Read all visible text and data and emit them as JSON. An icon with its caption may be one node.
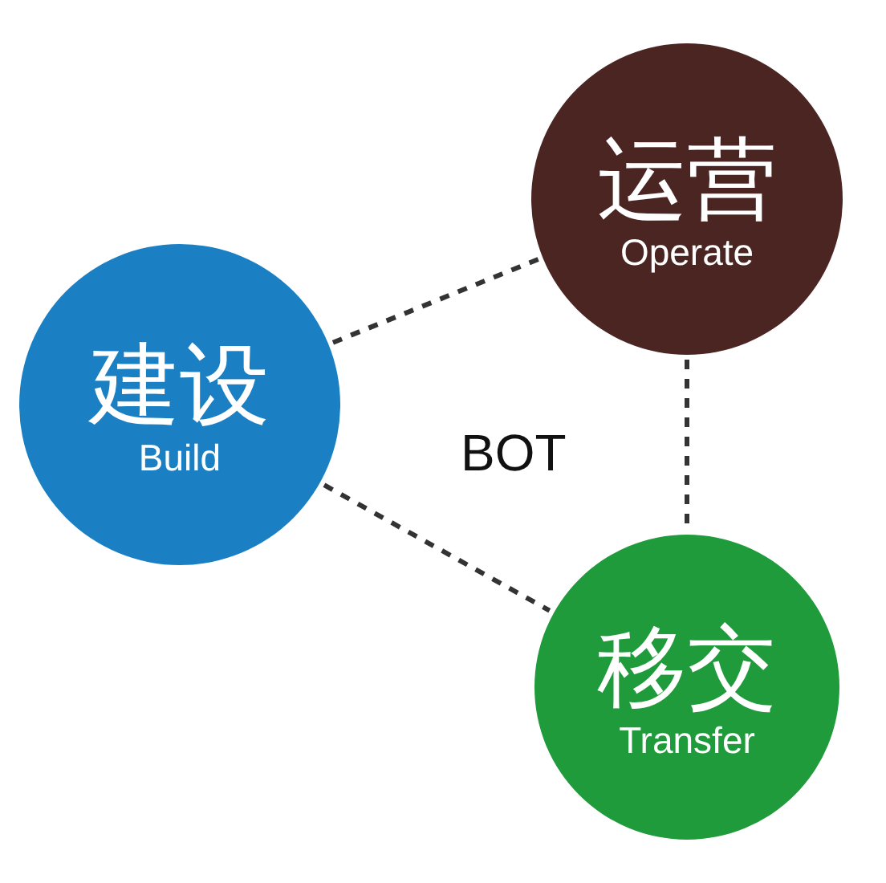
{
  "diagram": {
    "nodes": [
      {
        "text": [
          "运营",
          "Operate"
        ]
      },
      {
        "text": [
          "建设",
          "Build"
        ]
      },
      {
        "text": [
          "移交",
          "Transfer"
        ]
      }
    ],
    "edges": [
      {
        "from": 1,
        "to": 0,
        "arrow": "none",
        "style": "dashed"
      },
      {
        "from": 0,
        "to": 2,
        "arrow": "none",
        "style": "dashed"
      },
      {
        "from": 1,
        "to": 2,
        "arrow": "none",
        "style": "dashed"
      }
    ],
    "labels": [
      "BOT"
    ]
  }
}
